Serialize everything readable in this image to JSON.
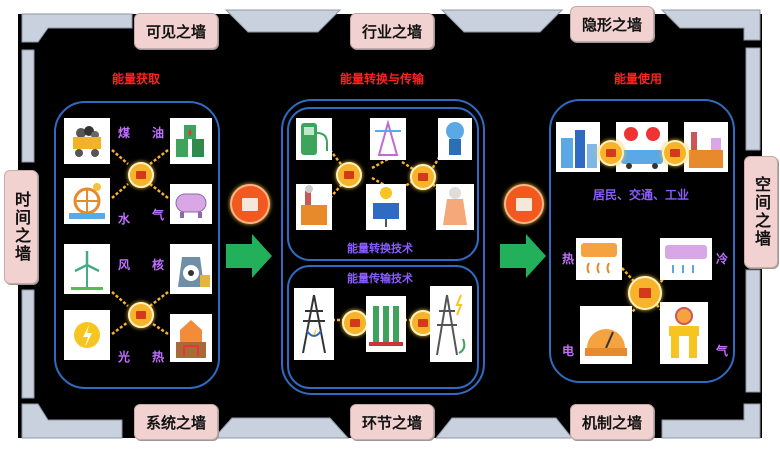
{
  "walls": {
    "top": [
      "可见之墙",
      "行业之墙",
      "隐形之墙"
    ],
    "bottom": [
      "系统之墙",
      "环节之墙",
      "机制之墙"
    ],
    "left": "时间之墙",
    "right": "空间之墙"
  },
  "sections": {
    "acquire": {
      "title": "能量获取",
      "labels": [
        "煤",
        "油",
        "水",
        "气",
        "风",
        "核",
        "光",
        "热"
      ]
    },
    "convert": {
      "title": "能量转换与传输",
      "sub1": "能量转换技术",
      "sub2": "能量传输技术"
    },
    "use": {
      "title": "能量使用",
      "users_label": "居民、交通、工业",
      "labels": [
        "热",
        "冷",
        "电",
        "气"
      ]
    }
  },
  "colors": {
    "background": "#000000",
    "frame": "#c9d1df",
    "wall_fill": "#f2d2d0",
    "section_title": "#ff2020",
    "label": "#c070ff",
    "ring": "#2f6bc2",
    "arrow": "#22b05a",
    "hub": "#f2591e"
  }
}
